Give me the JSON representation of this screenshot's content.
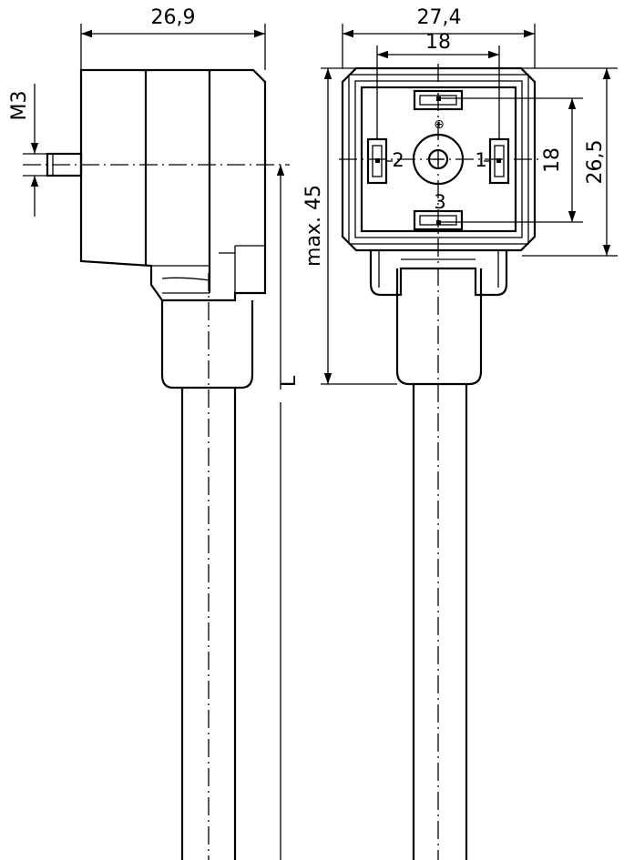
{
  "dimensions": {
    "side_width": "26,9",
    "front_width": "27,4",
    "front_pin_spacing_h": "18",
    "front_pin_spacing_v": "18",
    "front_height": "26,5",
    "max_height": "max. 45",
    "thread": "M3",
    "cable_length": "L"
  },
  "pins": {
    "pin1": "1",
    "pin2": "2",
    "pin3": "3",
    "ground": "⊕"
  }
}
